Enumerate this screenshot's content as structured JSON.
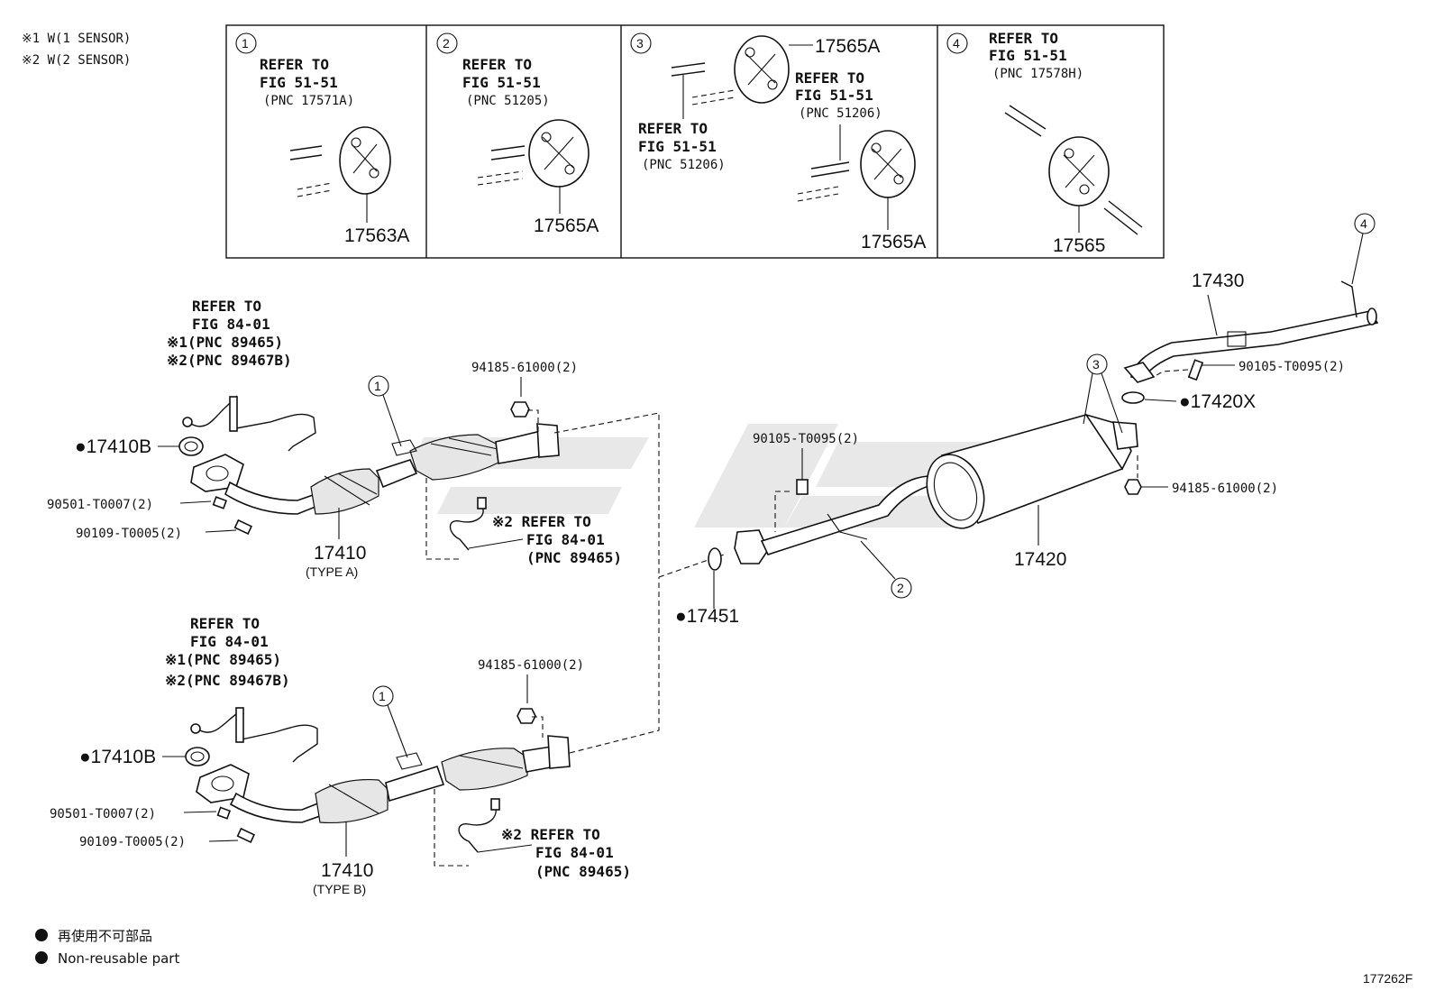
{
  "legend_top": {
    "note1": "※1  W(1 SENSOR)",
    "note2": "※2  W(2 SENSOR)"
  },
  "panels": [
    {
      "num": "1",
      "refer": "REFER TO",
      "fig": "FIG 51-51",
      "pnc": "(PNC 17571A)",
      "part": "17563A"
    },
    {
      "num": "2",
      "refer": "REFER TO",
      "fig": "FIG 51-51",
      "pnc": "(PNC 51205)",
      "part": "17565A"
    },
    {
      "num": "3",
      "part_top": "17565A",
      "refer_a": "REFER TO",
      "fig_a": "FIG 51-51",
      "pnc_a": "(PNC 51206)",
      "refer_b": "REFER TO",
      "fig_b": "FIG 51-51",
      "pnc_b": "(PNC 51206)",
      "part": "17565A"
    },
    {
      "num": "4",
      "refer": "REFER TO",
      "fig": "FIG 51-51",
      "pnc": "(PNC 17578H)",
      "part": "17565"
    }
  ],
  "upper_group": {
    "refer": "REFER TO",
    "fig": "FIG 84-01",
    "pnc1": "※1(PNC 89465)",
    "pnc2": "※2(PNC 89467B)",
    "gasket": "●17410B",
    "bolt1": "90501-T0007(2)",
    "bolt2": "90109-T0005(2)",
    "part": "17410",
    "type": "(TYPE A)",
    "nut": "94185-61000(2)",
    "callout": "1",
    "sensor_refer": "※2 REFER TO",
    "sensor_fig": "FIG 84-01",
    "sensor_pnc": "(PNC 89465)"
  },
  "lower_group": {
    "refer": "REFER TO",
    "fig": "FIG 84-01",
    "pnc1": "※1(PNC 89465)",
    "pnc2": "※2(PNC 89467B)",
    "gasket": "●17410B",
    "bolt1": "90501-T0007(2)",
    "bolt2": "90109-T0005(2)",
    "part": "17410",
    "type": "(TYPE B)",
    "nut": "94185-61000(2)",
    "callout": "1",
    "sensor_refer": "※2  REFER TO",
    "sensor_fig": "FIG 84-01",
    "sensor_pnc": "(PNC 89465)"
  },
  "rear": {
    "gasket_mid": "●17451",
    "bolt_mid": "90105-T0095(2)",
    "callout2": "2",
    "muffler": "17420",
    "callout3": "3",
    "nut_rear": "94185-61000(2)",
    "gasket_rear": "●17420X",
    "bolt_rear": "90105-T0095(2)",
    "tailpipe": "17430",
    "callout4": "4"
  },
  "legend_bottom": {
    "jp": "再使用不可部品",
    "en": "Non-reusable part"
  },
  "fig_code": "177262F"
}
